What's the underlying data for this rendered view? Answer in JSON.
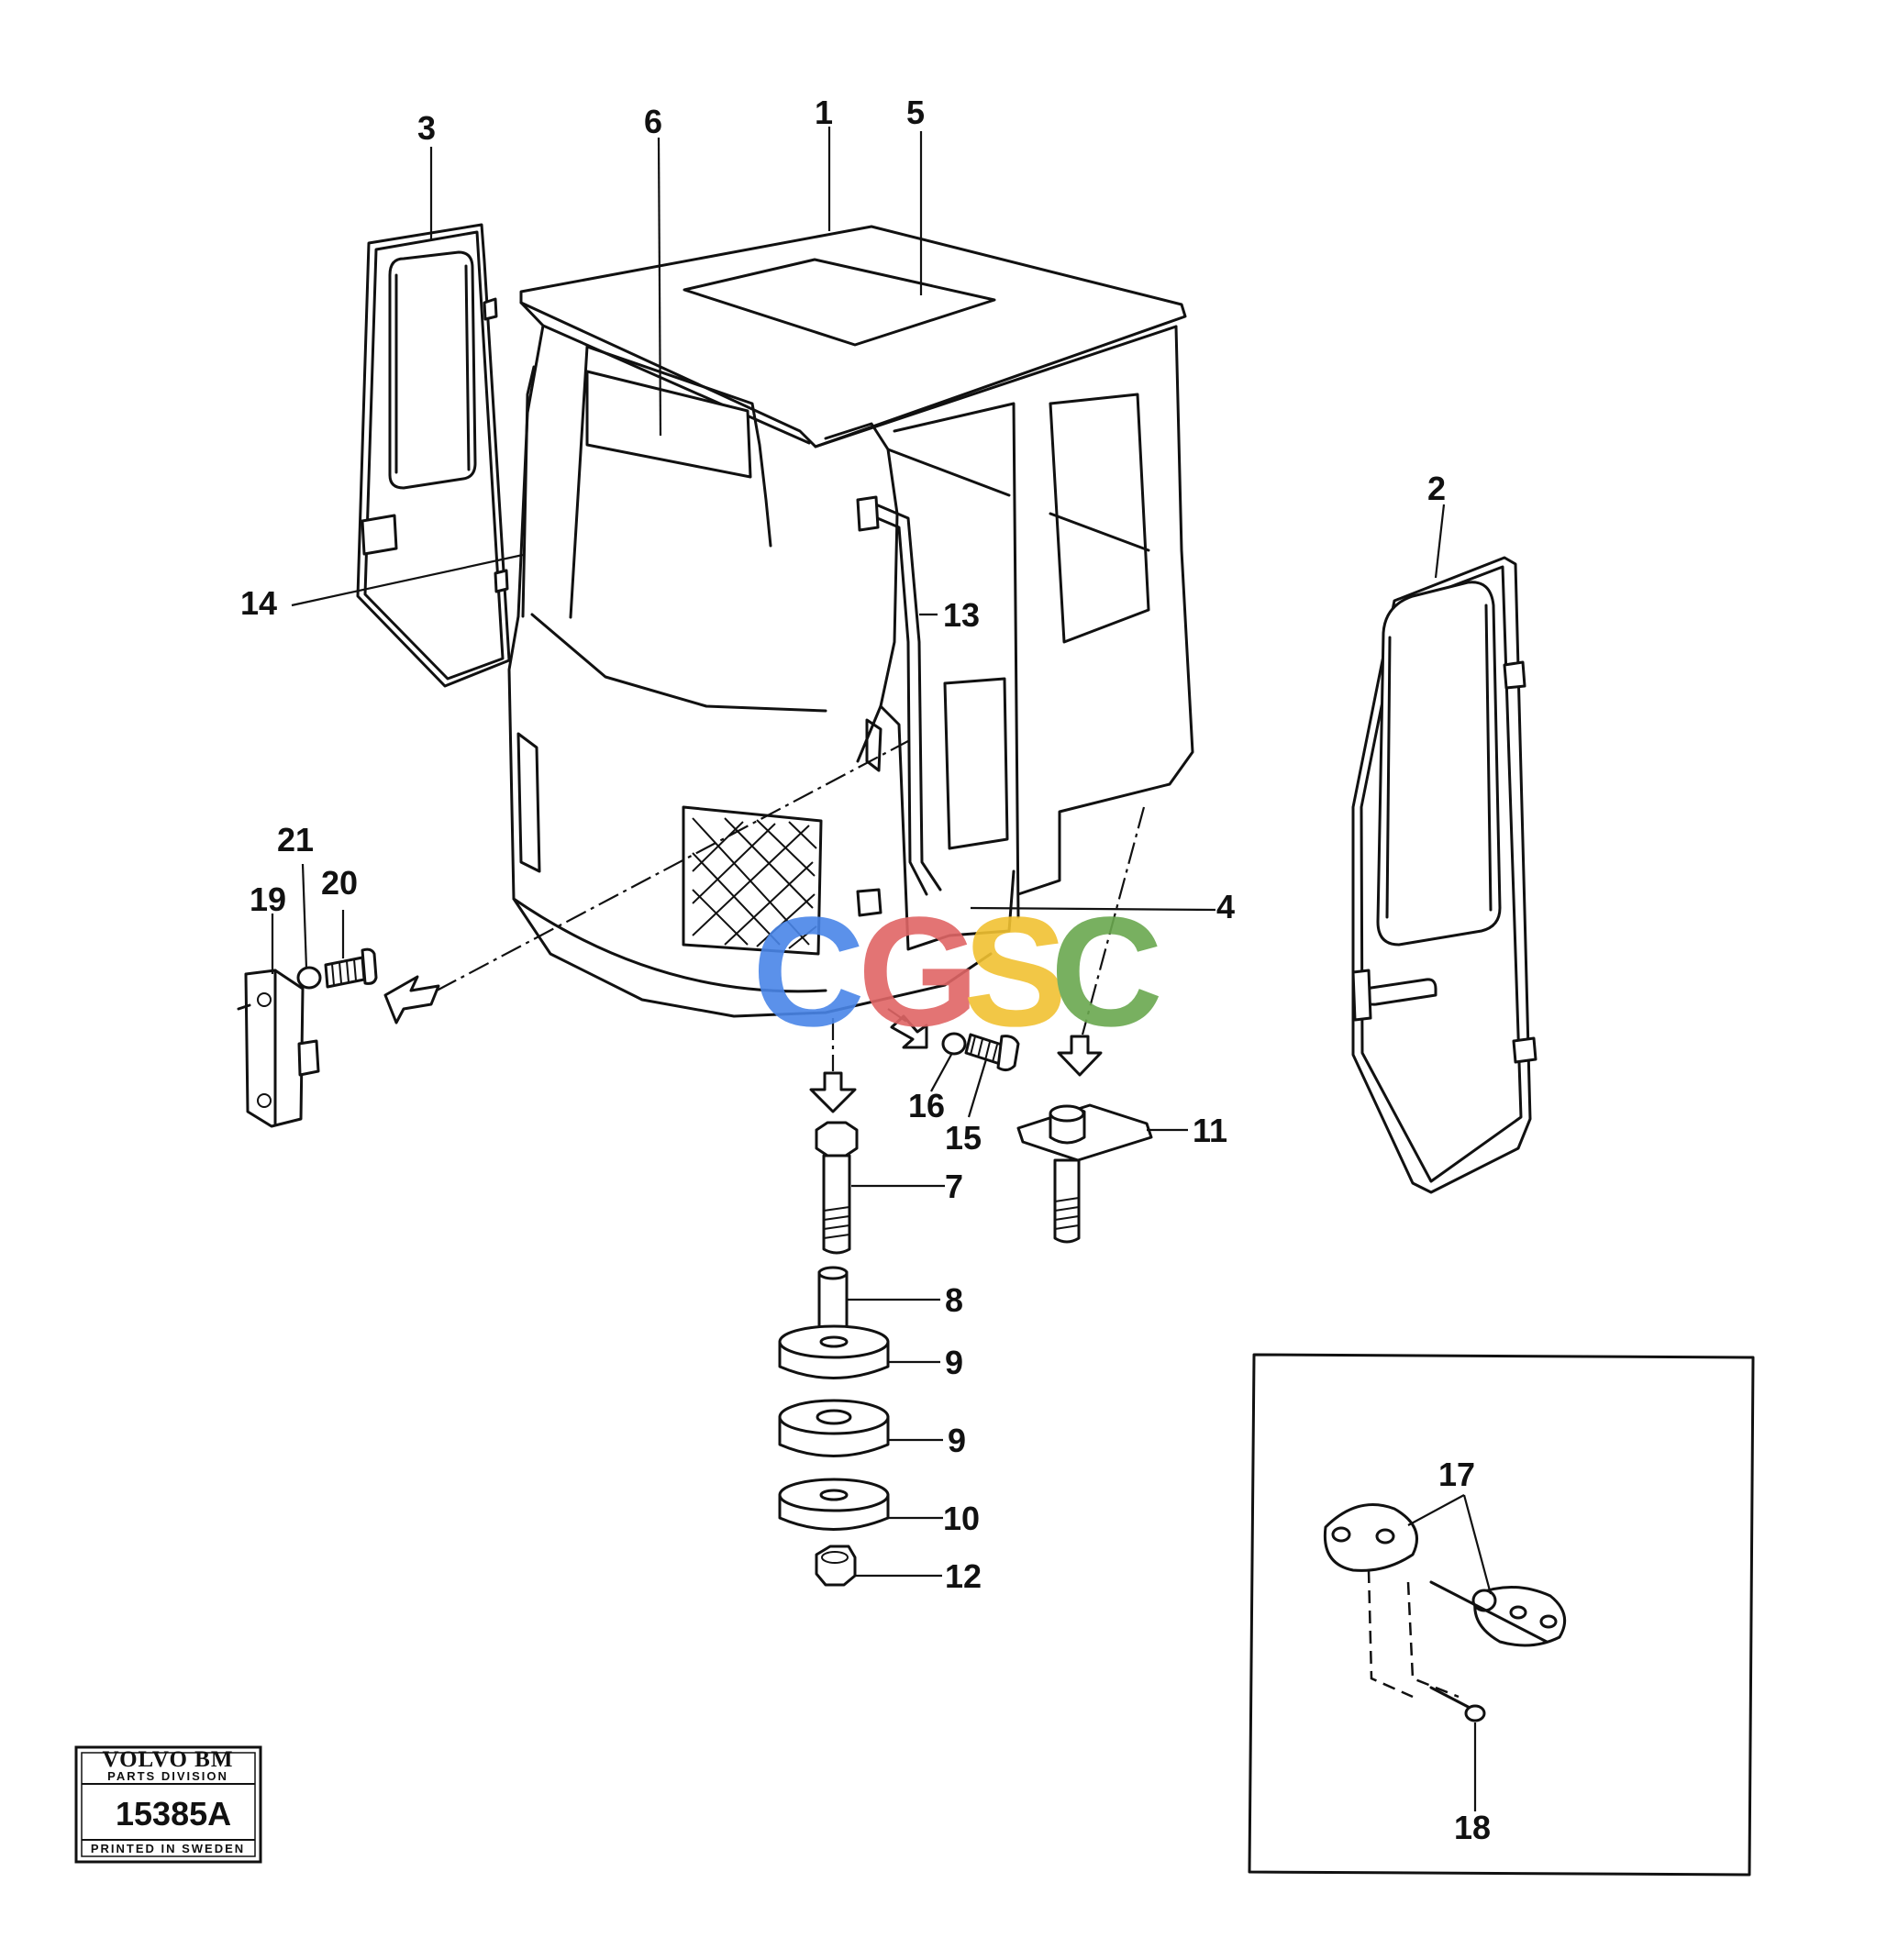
{
  "parts": [
    {
      "id": "1",
      "label": "1"
    },
    {
      "id": "2",
      "label": "2"
    },
    {
      "id": "3",
      "label": "3"
    },
    {
      "id": "4",
      "label": "4"
    },
    {
      "id": "5",
      "label": "5"
    },
    {
      "id": "6",
      "label": "6"
    },
    {
      "id": "7",
      "label": "7"
    },
    {
      "id": "8",
      "label": "8"
    },
    {
      "id": "9a",
      "label": "9"
    },
    {
      "id": "9b",
      "label": "9"
    },
    {
      "id": "10",
      "label": "10"
    },
    {
      "id": "11",
      "label": "11"
    },
    {
      "id": "12",
      "label": "12"
    },
    {
      "id": "13",
      "label": "13"
    },
    {
      "id": "14",
      "label": "14"
    },
    {
      "id": "15",
      "label": "15"
    },
    {
      "id": "16",
      "label": "16"
    },
    {
      "id": "17",
      "label": "17"
    },
    {
      "id": "18",
      "label": "18"
    },
    {
      "id": "19",
      "label": "19"
    },
    {
      "id": "20",
      "label": "20"
    },
    {
      "id": "21",
      "label": "21"
    }
  ],
  "watermark": {
    "letters": [
      "C",
      "G",
      "S",
      "C"
    ],
    "colors": [
      "#4a86e8",
      "#e06666",
      "#f1c232",
      "#6aa84f"
    ]
  },
  "stamp": {
    "brand": "VOLVO BM",
    "division": "PARTS DIVISION",
    "number": "15385A",
    "printed": "PRINTED IN SWEDEN"
  }
}
